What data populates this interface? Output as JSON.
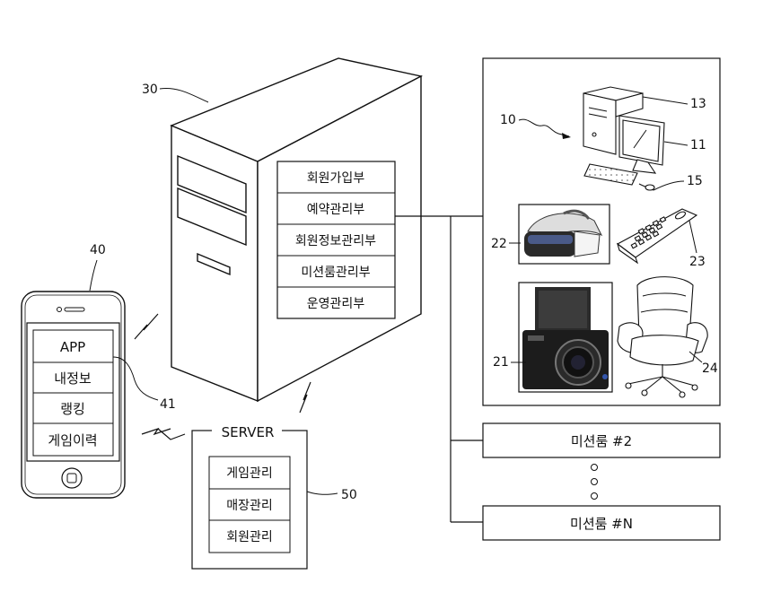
{
  "refs": {
    "tower": "30",
    "phone": "40",
    "phone_app": "41",
    "server": "50",
    "system": "10",
    "monitor": "11",
    "computer": "13",
    "keyboard": "15",
    "vr_headset": "22",
    "remote": "23",
    "camera": "21",
    "chair": "24"
  },
  "tower_modules": [
    "회원가입부",
    "예약관리부",
    "회원정보관리부",
    "미션룸관리부",
    "운영관리부"
  ],
  "phone_menu": [
    "APP",
    "내정보",
    "랭킹",
    "게임이력"
  ],
  "server": {
    "title": "SERVER",
    "modules": [
      "게임관리",
      "매장관리",
      "회원관리"
    ]
  },
  "mission_rooms": {
    "room2": "미션룸 #2",
    "roomN": "미션룸 #N"
  },
  "colors": {
    "line": "#111111",
    "fill": "#ffffff",
    "photo_dark": "#1c1c1c"
  }
}
